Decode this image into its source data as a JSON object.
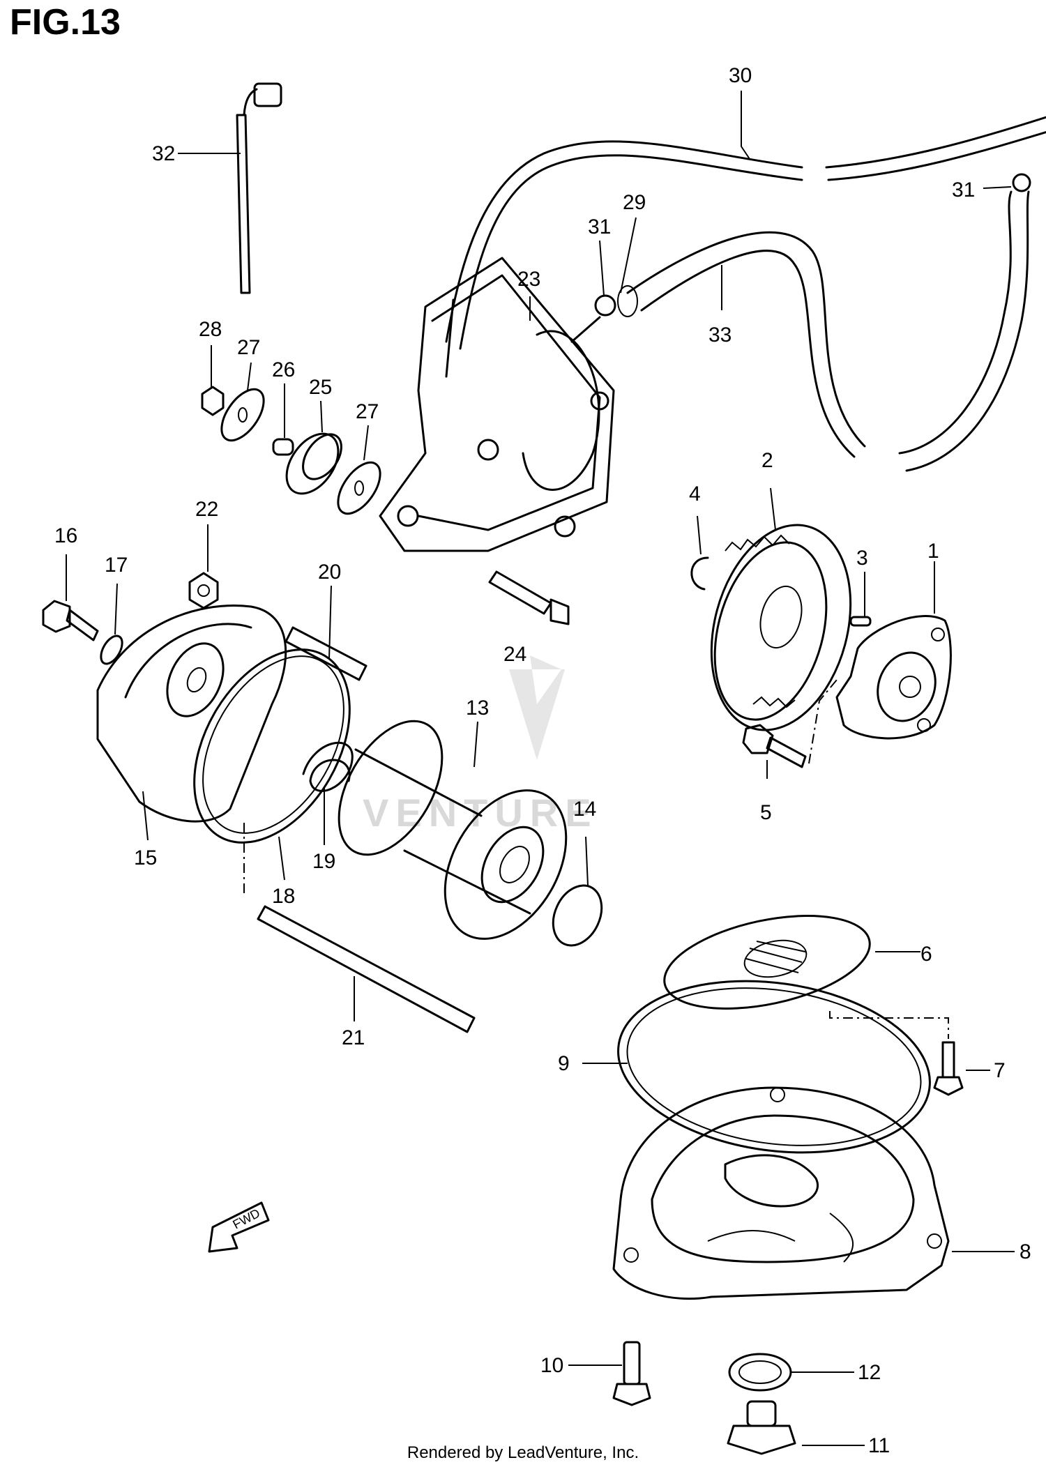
{
  "figure": {
    "title": "FIG.13"
  },
  "callouts": [
    {
      "id": "1",
      "label": "1"
    },
    {
      "id": "2",
      "label": "2"
    },
    {
      "id": "3",
      "label": "3"
    },
    {
      "id": "4",
      "label": "4"
    },
    {
      "id": "5",
      "label": "5"
    },
    {
      "id": "6",
      "label": "6"
    },
    {
      "id": "7",
      "label": "7"
    },
    {
      "id": "8",
      "label": "8"
    },
    {
      "id": "9",
      "label": "9"
    },
    {
      "id": "10",
      "label": "10"
    },
    {
      "id": "11",
      "label": "11"
    },
    {
      "id": "12",
      "label": "12"
    },
    {
      "id": "13",
      "label": "13"
    },
    {
      "id": "14",
      "label": "14"
    },
    {
      "id": "15",
      "label": "15"
    },
    {
      "id": "16",
      "label": "16"
    },
    {
      "id": "17",
      "label": "17"
    },
    {
      "id": "18",
      "label": "18"
    },
    {
      "id": "19",
      "label": "19"
    },
    {
      "id": "20",
      "label": "20"
    },
    {
      "id": "21",
      "label": "21"
    },
    {
      "id": "22",
      "label": "22"
    },
    {
      "id": "23",
      "label": "23"
    },
    {
      "id": "24",
      "label": "24"
    },
    {
      "id": "25",
      "label": "25"
    },
    {
      "id": "26",
      "label": "26"
    },
    {
      "id": "27a",
      "label": "27"
    },
    {
      "id": "27b",
      "label": "27"
    },
    {
      "id": "28",
      "label": "28"
    },
    {
      "id": "29",
      "label": "29"
    },
    {
      "id": "30",
      "label": "30"
    },
    {
      "id": "31a",
      "label": "31"
    },
    {
      "id": "31b",
      "label": "31"
    },
    {
      "id": "32",
      "label": "32"
    },
    {
      "id": "33",
      "label": "33"
    }
  ],
  "direction_arrow": {
    "label": "FWD"
  },
  "watermark": {
    "text": "VENTURE"
  },
  "footer": {
    "text": "Rendered by LeadVenture, Inc."
  }
}
